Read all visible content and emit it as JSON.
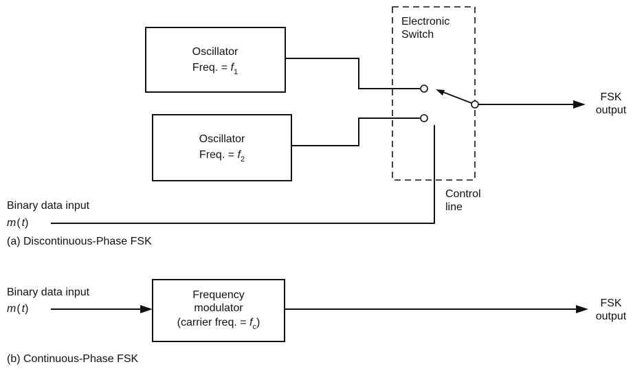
{
  "part_a": {
    "osc1": {
      "title": "Oscillator",
      "freq_prefix": "Freq. = ",
      "freq_var": "f",
      "freq_sub": "1"
    },
    "osc2": {
      "title": "Oscillator",
      "freq_prefix": "Freq. = ",
      "freq_var": "f",
      "freq_sub": "2"
    },
    "switch": {
      "line1": "Electronic",
      "line2": "Switch"
    },
    "control": {
      "line1": "Control",
      "line2": "line"
    },
    "output": {
      "line1": "FSK",
      "line2": "output"
    },
    "input": {
      "line1": "Binary data input",
      "m": "m",
      "open": "(",
      "t": "t",
      "close": ")"
    },
    "caption": "(a) Discontinuous-Phase FSK"
  },
  "part_b": {
    "modulator": {
      "line1": "Frequency",
      "line2": "modulator",
      "line3_prefix": "(carrier freq. = ",
      "line3_var": "f",
      "line3_sub": "c",
      "line3_suffix": ")"
    },
    "output": {
      "line1": "FSK",
      "line2": "output"
    },
    "input": {
      "line1": "Binary data input",
      "m": "m",
      "open": "(",
      "t": "t",
      "close": ")"
    },
    "caption": "(b) Continuous-Phase FSK"
  }
}
